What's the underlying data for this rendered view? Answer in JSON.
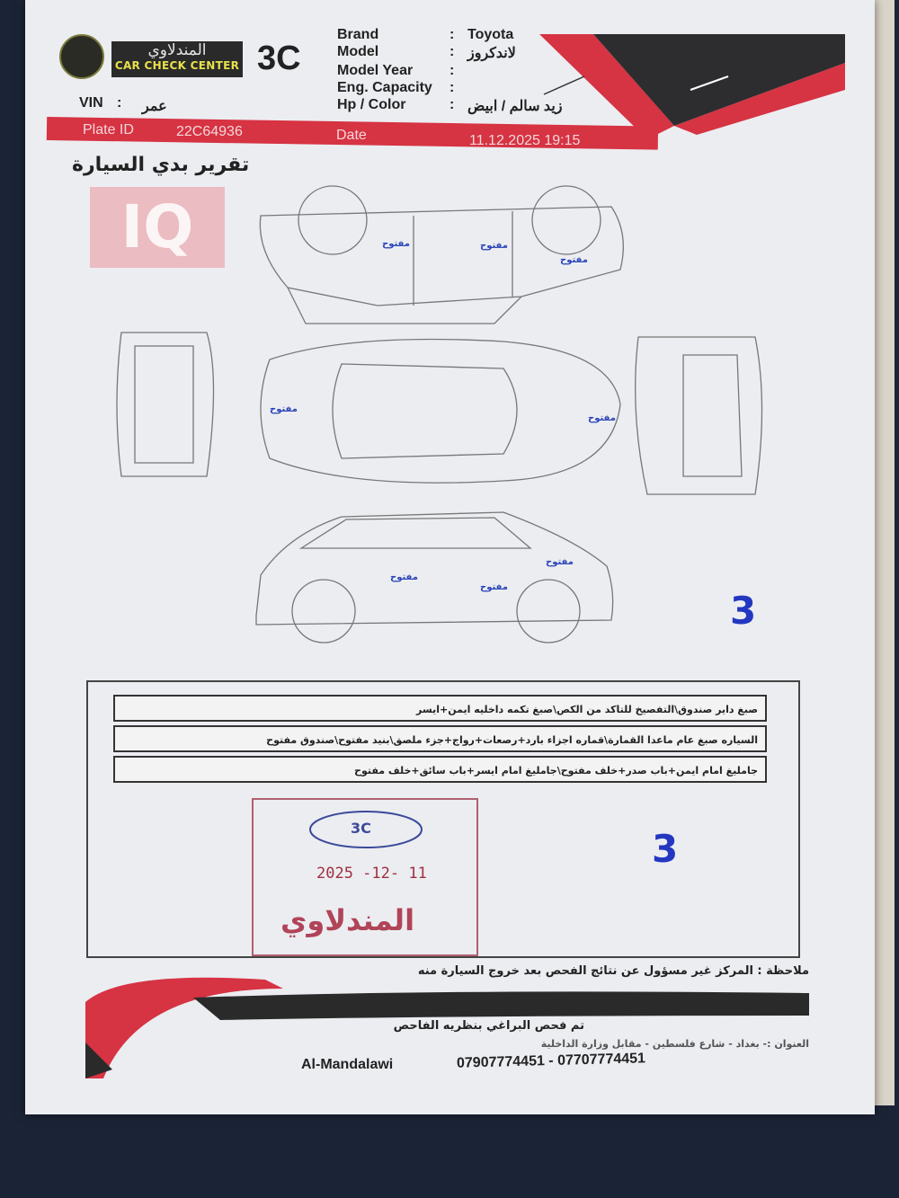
{
  "header": {
    "logo_ar": "المندلاوي",
    "logo_en": "CAR CHECK CENTER",
    "logo_mark": "3C",
    "fields": [
      {
        "label": "Brand",
        "value": "Toyota"
      },
      {
        "label": "Model",
        "value": "لاندكروز"
      },
      {
        "label": "Model Year",
        "value": ""
      },
      {
        "label": "Eng. Capacity",
        "value": ""
      },
      {
        "label": "Hp / Color",
        "value": "زيد سالم / ابيض"
      }
    ],
    "vin_label": "VIN",
    "vin_value": "عمر",
    "plate_label": "Plate ID",
    "plate_value": "22C64936",
    "date_label": "Date",
    "date_value": "11.12.2025 19:15",
    "accent_color": "#d63343"
  },
  "title": "تقرير بدي السيارة",
  "watermark": "IQ",
  "diagram": {
    "marks": [
      "مفتوح",
      "مفتوح",
      "مفتوح",
      "مفتوح",
      "مفتوح",
      "مفتوح",
      "مفتوح",
      "مفتوح"
    ],
    "score": "3"
  },
  "notes": [
    "صبغ داير صندوق\\التفصيخ للتاكد من الكص\\صبغ تكمه داخليه ايمن+ايسر",
    "السياره صبغ عام ماعدا القمارة\\قماره اجزاء بارد+رصعات+رواج+جزء ملصق\\بنيد مفتوح\\صندوق مفتوح",
    "جامليغ امام ايمن+باب صدر+خلف مفتوح\\جامليغ امام ايسر+باب سائق+خلف مفتوح"
  ],
  "stamp": {
    "logo": "3C",
    "date": "2025 -12- 11",
    "name": "المندلاوي"
  },
  "score2": "3",
  "footer": {
    "note": "ملاحظة : المركز غير مسؤول عن نتائج الفحص بعد خروج السيارة منه",
    "inspected": "تم فحص البراغي بنظريه الفاحص",
    "address": "العنوان :- بغداد - شارع فلسطين - مقابل وزارة الداخلية",
    "brand": "Al-Mandalawi",
    "phones": "07907774451 - 07707774451"
  }
}
